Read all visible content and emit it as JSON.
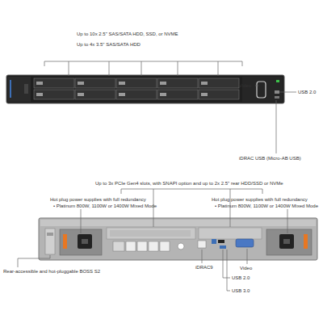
{
  "diagram": {
    "labels": [
      "Up to 10x 2.5\" SAS/SATA HDD, SSD, or NVME",
      "Up to 4x 3.5\" SAS/SATA HDD",
      "Video",
      "USB 2.0",
      "iDRAC USB (Micro-AB USB)",
      "Up to 3x PCIe Gen4 slots, with SNAPI option and up to 2x 2.5\" rear HDD/SSD or NVMe",
      "Hot plug power supplies with full redundancy",
      "• Platinum 800W, 1100W or 1400W Mixed Mode",
      "Hot plug power supplies with full redundancy",
      "• Platinum 800W, 1100W or 1400W Mixed Mode",
      "Rear-accessible and hot-pluggable BOSS S2",
      "iDRAC9",
      "Video",
      "USB 2.0",
      "USB 3.0"
    ]
  }
}
